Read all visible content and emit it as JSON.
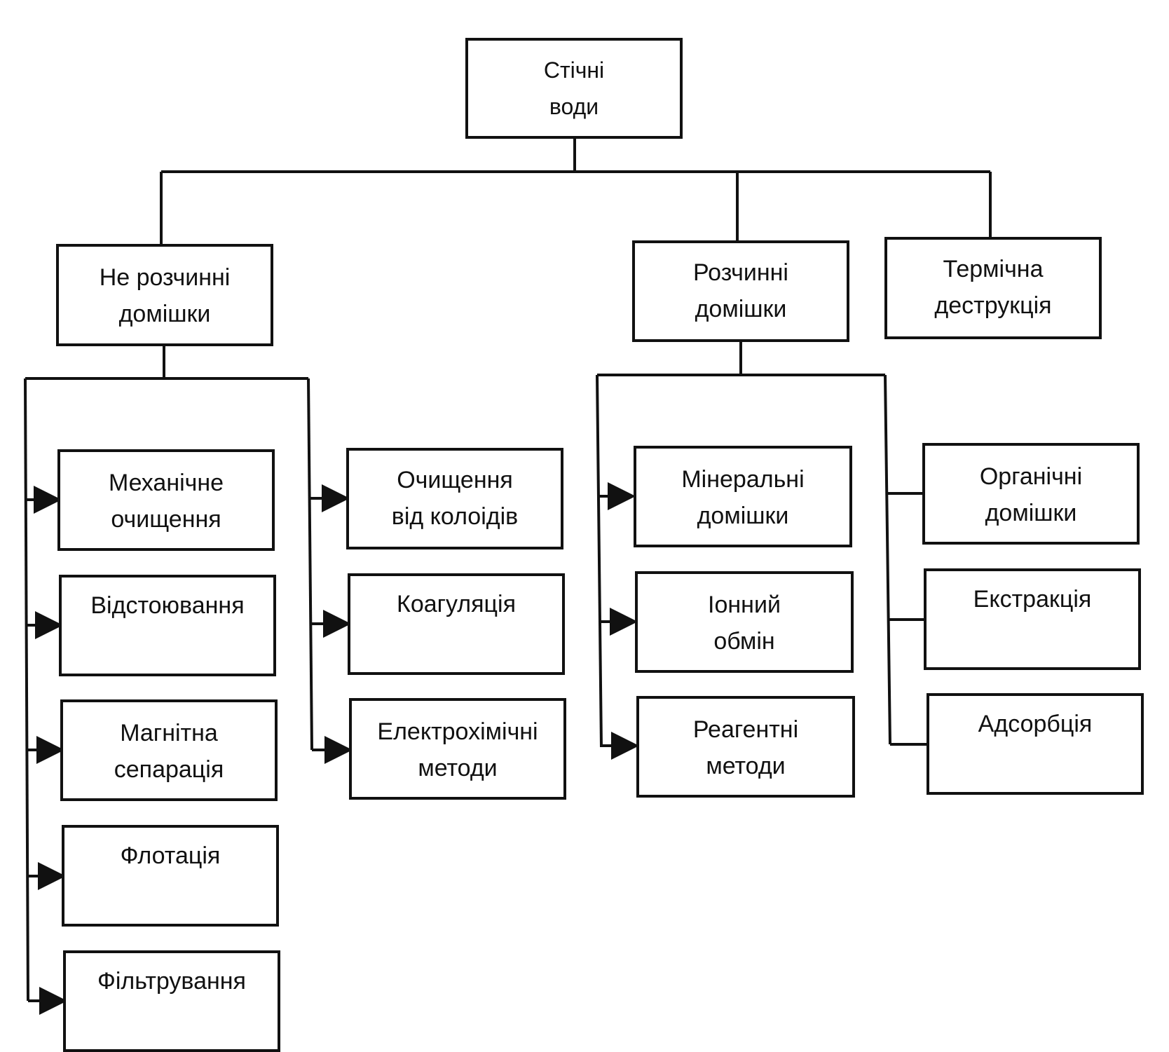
{
  "root": {
    "label_line1": "Стічні",
    "label_line2": "води"
  },
  "branches": {
    "insoluble": {
      "label_line1": "Не розчинні",
      "label_line2": "домішки"
    },
    "soluble": {
      "label_line1": "Розчинні",
      "label_line2": "домішки"
    },
    "thermal": {
      "label_line1": "Термічна",
      "label_line2": "деструкція"
    }
  },
  "insoluble_left": [
    {
      "line1": "Механічне",
      "line2": "очищення"
    },
    {
      "line1": "Відстоювання",
      "line2": ""
    },
    {
      "line1": "Магнітна",
      "line2": "сепарація"
    },
    {
      "line1": "Флотація",
      "line2": ""
    },
    {
      "line1": "Фільтрування",
      "line2": ""
    }
  ],
  "insoluble_right": [
    {
      "line1": "Очищення",
      "line2": "від колоідів"
    },
    {
      "line1": "Коагуляція",
      "line2": ""
    },
    {
      "line1": "Електрохімічні",
      "line2": "методи"
    }
  ],
  "soluble_left": [
    {
      "line1": "Мінеральні",
      "line2": "домішки"
    },
    {
      "line1": "Іонний",
      "line2": "обмін"
    },
    {
      "line1": "Реагентні",
      "line2": "методи"
    }
  ],
  "soluble_right": [
    {
      "line1": "Органічні",
      "line2": "домішки"
    },
    {
      "line1": "Екстракція",
      "line2": ""
    },
    {
      "line1": "Адсорбція",
      "line2": ""
    }
  ]
}
